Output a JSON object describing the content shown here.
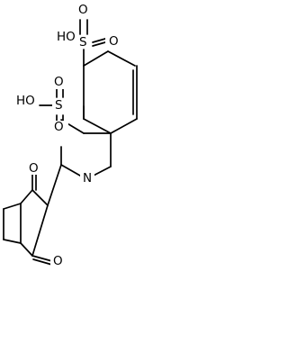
{
  "molecule": {
    "labels": {
      "oh_top": "HO",
      "s_top": "S",
      "o_top_1": "O",
      "o_top_2": "O",
      "oh_left": "HO",
      "s_left": "S",
      "o_left_1": "O",
      "o_left_2": "O",
      "n_ring": "N",
      "o_carbonyl_top": "O",
      "o_carbonyl_bottom": "O"
    }
  }
}
